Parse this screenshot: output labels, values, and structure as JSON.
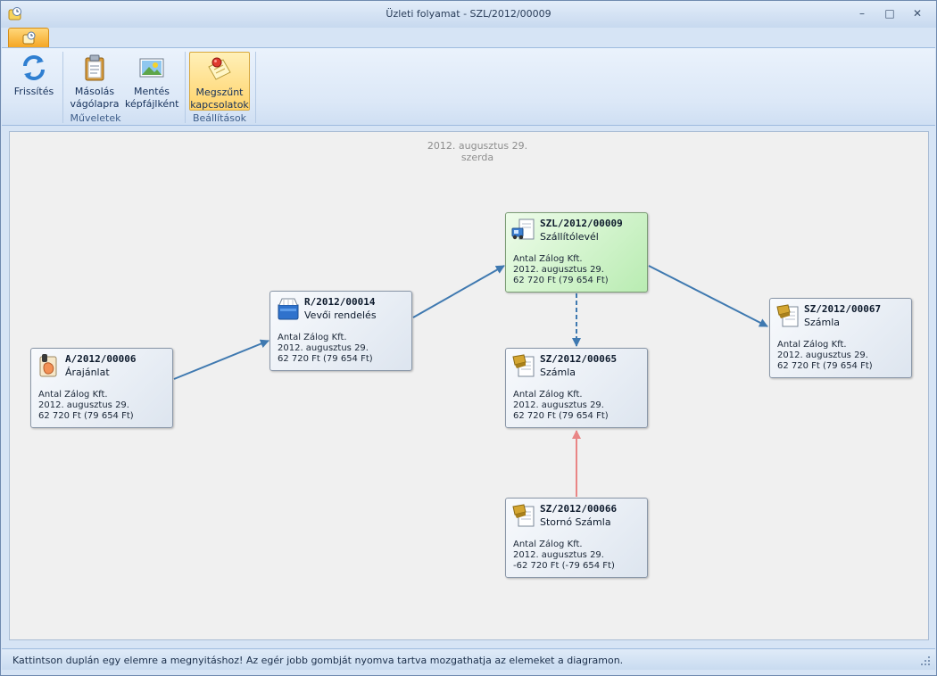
{
  "window": {
    "title": "Üzleti folyamat - SZL/2012/00009"
  },
  "ribbon": {
    "refresh_label": "Frissítés",
    "copy_label_1": "Másolás",
    "copy_label_2": "vágólapra",
    "save_label_1": "Mentés",
    "save_label_2": "képfájlként",
    "cancelled_label_1": "Megszűnt",
    "cancelled_label_2": "kapcsolatok",
    "group_operations": "Műveletek",
    "group_settings": "Beállítások"
  },
  "canvas": {
    "date_line_1": "2012. augusztus 29.",
    "date_line_2": "szerda"
  },
  "nodes": {
    "quote": {
      "code": "A/2012/00006",
      "type": "Árajánlat",
      "partner": "Antal Zálog Kft.",
      "date": "2012. augusztus 29.",
      "amount": "62 720 Ft (79 654 Ft)"
    },
    "order": {
      "code": "R/2012/00014",
      "type": "Vevői rendelés",
      "partner": "Antal Zálog Kft.",
      "date": "2012. augusztus 29.",
      "amount": "62 720 Ft (79 654 Ft)"
    },
    "delivery": {
      "code": "SZL/2012/00009",
      "type": "Szállítólevél",
      "partner": "Antal Zálog Kft.",
      "date": "2012. augusztus 29.",
      "amount": "62 720 Ft (79 654 Ft)"
    },
    "invoice65": {
      "code": "SZ/2012/00065",
      "type": "Számla",
      "partner": "Antal Zálog Kft.",
      "date": "2012. augusztus 29.",
      "amount": "62 720 Ft (79 654 Ft)"
    },
    "invoice67": {
      "code": "SZ/2012/00067",
      "type": "Számla",
      "partner": "Antal Zálog Kft.",
      "date": "2012. augusztus 29.",
      "amount": "62 720 Ft (79 654 Ft)"
    },
    "storno66": {
      "code": "SZ/2012/00066",
      "type": "Stornó Számla",
      "partner": "Antal Zálog Kft.",
      "date": "2012. augusztus 29.",
      "amount": "-62 720 Ft (-79 654 Ft)"
    }
  },
  "colors": {
    "link": "#3f79b0",
    "storno_link": "#e98585",
    "current_node": "#b9ecb2"
  },
  "statusbar": {
    "message": "Kattintson duplán egy elemre a megnyitáshoz! Az egér jobb gombját nyomva tartva mozgathatja az elemeket a diagramon."
  }
}
